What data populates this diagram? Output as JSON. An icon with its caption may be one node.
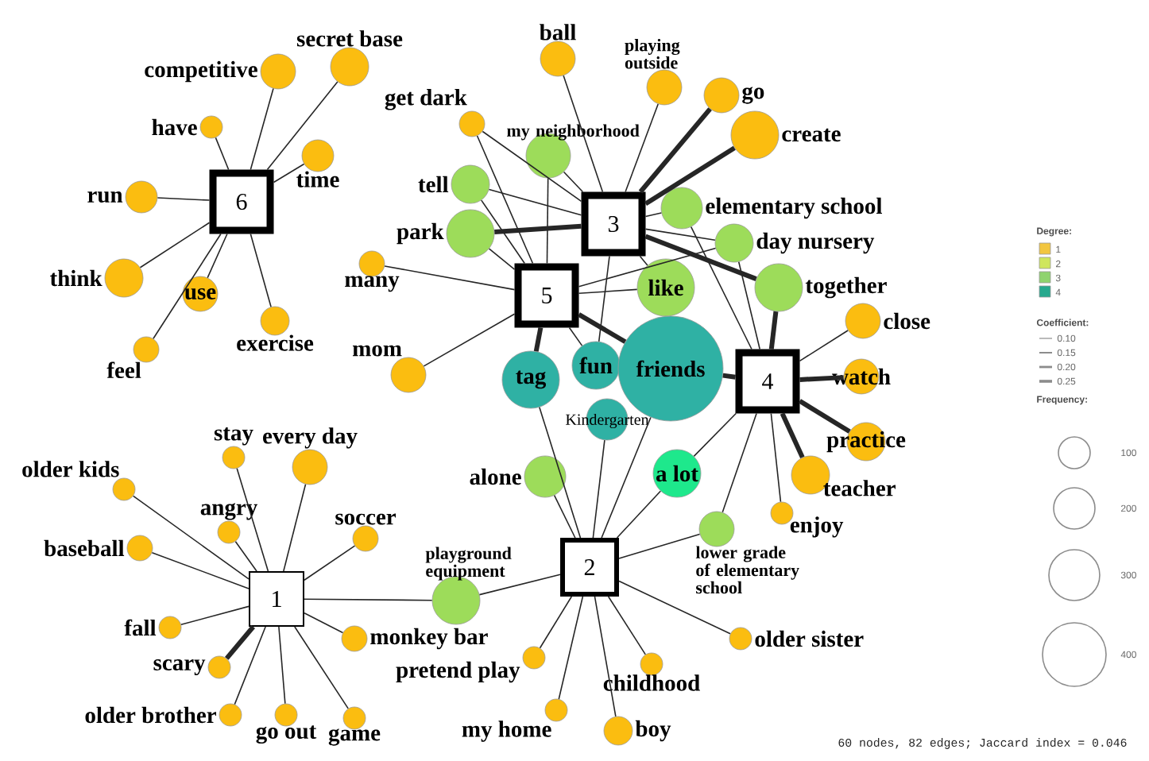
{
  "diagram": {
    "caption": "60 nodes, 82 edges; Jaccard index = 0.046",
    "nodes": [
      {
        "text": [
          "6"
        ]
      },
      {
        "text": [
          "1"
        ]
      },
      {
        "text": [
          "2"
        ]
      },
      {
        "text": [
          "3"
        ]
      },
      {
        "text": [
          "4"
        ]
      },
      {
        "text": [
          "5"
        ]
      },
      {
        "text": [
          "competitive"
        ]
      },
      {
        "text": [
          "secret base"
        ]
      },
      {
        "text": [
          "have"
        ]
      },
      {
        "text": [
          "time"
        ]
      },
      {
        "text": [
          "run"
        ]
      },
      {
        "text": [
          "think"
        ]
      },
      {
        "text": [
          "use"
        ]
      },
      {
        "text": [
          "exercise"
        ]
      },
      {
        "text": [
          "feel"
        ]
      },
      {
        "text": [
          "ball"
        ]
      },
      {
        "text": [
          "playing outside"
        ]
      },
      {
        "text": [
          "go"
        ]
      },
      {
        "text": [
          "create"
        ]
      },
      {
        "text": [
          "get dark"
        ]
      },
      {
        "text": [
          "my neighborhood"
        ]
      },
      {
        "text": [
          "tell"
        ]
      },
      {
        "text": [
          "park"
        ]
      },
      {
        "text": [
          "many"
        ]
      },
      {
        "text": [
          "mom"
        ]
      },
      {
        "text": [
          "elementary school"
        ]
      },
      {
        "text": [
          "day nursery"
        ]
      },
      {
        "text": [
          "together"
        ]
      },
      {
        "text": [
          "like"
        ]
      },
      {
        "text": [
          "tag"
        ]
      },
      {
        "text": [
          "fun"
        ]
      },
      {
        "text": [
          "friends"
        ]
      },
      {
        "text": [
          "Kindergarten"
        ]
      },
      {
        "text": [
          "alone"
        ]
      },
      {
        "text": [
          "a lot"
        ]
      },
      {
        "text": [
          "close"
        ]
      },
      {
        "text": [
          "watch"
        ]
      },
      {
        "text": [
          "practice"
        ]
      },
      {
        "text": [
          "teacher"
        ]
      },
      {
        "text": [
          "enjoy"
        ]
      },
      {
        "text": [
          "lower grade of elementary school"
        ]
      },
      {
        "text": [
          "older sister"
        ]
      },
      {
        "text": [
          "childhood"
        ]
      },
      {
        "text": [
          "boy"
        ]
      },
      {
        "text": [
          "my home"
        ]
      },
      {
        "text": [
          "pretend play"
        ]
      },
      {
        "text": [
          "playground equipment"
        ]
      },
      {
        "text": [
          "monkey bar"
        ]
      },
      {
        "text": [
          "soccer"
        ]
      },
      {
        "text": [
          "every day"
        ]
      },
      {
        "text": [
          "stay"
        ]
      },
      {
        "text": [
          "angry"
        ]
      },
      {
        "text": [
          "older kids"
        ]
      },
      {
        "text": [
          "baseball"
        ]
      },
      {
        "text": [
          "fall"
        ]
      },
      {
        "text": [
          "scary"
        ]
      },
      {
        "text": [
          "older brother"
        ]
      },
      {
        "text": [
          "go out"
        ]
      },
      {
        "text": [
          "game"
        ]
      }
    ],
    "edges": [
      {
        "from": 6,
        "to": 0,
        "arrow": "none"
      },
      {
        "from": 7,
        "to": 0,
        "arrow": "none"
      },
      {
        "from": 8,
        "to": 0,
        "arrow": "none"
      },
      {
        "from": 9,
        "to": 0,
        "arrow": "none"
      },
      {
        "from": 10,
        "to": 0,
        "arrow": "none"
      },
      {
        "from": 11,
        "to": 0,
        "arrow": "none"
      },
      {
        "from": 12,
        "to": 0,
        "arrow": "none"
      },
      {
        "from": 13,
        "to": 0,
        "arrow": "none"
      },
      {
        "from": 14,
        "to": 0,
        "arrow": "none"
      },
      {
        "from": 15,
        "to": 3,
        "arrow": "none"
      },
      {
        "from": 16,
        "to": 3,
        "arrow": "none"
      },
      {
        "from": 17,
        "to": 3,
        "arrow": "none",
        "style": "thick"
      },
      {
        "from": 18,
        "to": 3,
        "arrow": "none",
        "style": "thick"
      },
      {
        "from": 19,
        "to": 3,
        "arrow": "none"
      },
      {
        "from": 20,
        "to": 3,
        "arrow": "none"
      },
      {
        "from": 21,
        "to": 3,
        "arrow": "none"
      },
      {
        "from": 22,
        "to": 3,
        "arrow": "none",
        "style": "thick"
      },
      {
        "from": 25,
        "to": 3,
        "arrow": "none"
      },
      {
        "from": 26,
        "to": 3,
        "arrow": "none"
      },
      {
        "from": 27,
        "to": 3,
        "arrow": "none",
        "style": "thick"
      },
      {
        "from": 28,
        "to": 3,
        "arrow": "none"
      },
      {
        "from": 30,
        "to": 3,
        "arrow": "none"
      },
      {
        "from": 19,
        "to": 5,
        "arrow": "none"
      },
      {
        "from": 20,
        "to": 5,
        "arrow": "none"
      },
      {
        "from": 21,
        "to": 5,
        "arrow": "none"
      },
      {
        "from": 22,
        "to": 5,
        "arrow": "none"
      },
      {
        "from": 23,
        "to": 5,
        "arrow": "none"
      },
      {
        "from": 24,
        "to": 5,
        "arrow": "none"
      },
      {
        "from": 26,
        "to": 5,
        "arrow": "none"
      },
      {
        "from": 28,
        "to": 5,
        "arrow": "none"
      },
      {
        "from": 29,
        "to": 5,
        "arrow": "none",
        "style": "thick"
      },
      {
        "from": 30,
        "to": 5,
        "arrow": "none"
      },
      {
        "from": 31,
        "to": 5,
        "arrow": "none",
        "style": "thick"
      },
      {
        "from": 25,
        "to": 4,
        "arrow": "none"
      },
      {
        "from": 26,
        "to": 4,
        "arrow": "none"
      },
      {
        "from": 27,
        "to": 4,
        "arrow": "none",
        "style": "thick"
      },
      {
        "from": 31,
        "to": 4,
        "arrow": "none",
        "style": "thick"
      },
      {
        "from": 34,
        "to": 4,
        "arrow": "none"
      },
      {
        "from": 35,
        "to": 4,
        "arrow": "none"
      },
      {
        "from": 36,
        "to": 4,
        "arrow": "none",
        "style": "thick"
      },
      {
        "from": 37,
        "to": 4,
        "arrow": "none",
        "style": "thick"
      },
      {
        "from": 38,
        "to": 4,
        "arrow": "none",
        "style": "thick"
      },
      {
        "from": 39,
        "to": 4,
        "arrow": "none"
      },
      {
        "from": 40,
        "to": 4,
        "arrow": "none"
      },
      {
        "from": 29,
        "to": 2,
        "arrow": "none"
      },
      {
        "from": 31,
        "to": 2,
        "arrow": "none"
      },
      {
        "from": 32,
        "to": 2,
        "arrow": "none"
      },
      {
        "from": 33,
        "to": 2,
        "arrow": "none"
      },
      {
        "from": 34,
        "to": 2,
        "arrow": "none"
      },
      {
        "from": 40,
        "to": 2,
        "arrow": "none"
      },
      {
        "from": 41,
        "to": 2,
        "arrow": "none"
      },
      {
        "from": 42,
        "to": 2,
        "arrow": "none"
      },
      {
        "from": 43,
        "to": 2,
        "arrow": "none"
      },
      {
        "from": 44,
        "to": 2,
        "arrow": "none"
      },
      {
        "from": 45,
        "to": 2,
        "arrow": "none"
      },
      {
        "from": 46,
        "to": 2,
        "arrow": "none"
      },
      {
        "from": 46,
        "to": 1,
        "arrow": "none"
      },
      {
        "from": 47,
        "to": 1,
        "arrow": "none"
      },
      {
        "from": 48,
        "to": 1,
        "arrow": "none"
      },
      {
        "from": 49,
        "to": 1,
        "arrow": "none"
      },
      {
        "from": 50,
        "to": 1,
        "arrow": "none"
      },
      {
        "from": 51,
        "to": 1,
        "arrow": "none"
      },
      {
        "from": 52,
        "to": 1,
        "arrow": "none"
      },
      {
        "from": 53,
        "to": 1,
        "arrow": "none"
      },
      {
        "from": 54,
        "to": 1,
        "arrow": "none"
      },
      {
        "from": 55,
        "to": 1,
        "arrow": "none",
        "style": "thick"
      },
      {
        "from": 56,
        "to": 1,
        "arrow": "none"
      },
      {
        "from": 57,
        "to": 1,
        "arrow": "none"
      },
      {
        "from": 58,
        "to": 1,
        "arrow": "none"
      }
    ],
    "labels": [
      "Degree:",
      "Coefficient:",
      "Frequency:"
    ],
    "legend": [
      {
        "text": "1",
        "color": "#f2c640"
      },
      {
        "text": "2",
        "color": "#cfe65c"
      },
      {
        "text": "3",
        "color": "#8fd36e"
      },
      {
        "text": "4",
        "color": "#26a98e"
      },
      {
        "text": "0.10"
      },
      {
        "text": "0.15"
      },
      {
        "text": "0.20"
      },
      {
        "text": "0.25"
      },
      {
        "text": "100"
      },
      {
        "text": "200"
      },
      {
        "text": "300"
      },
      {
        "text": "400"
      }
    ]
  }
}
